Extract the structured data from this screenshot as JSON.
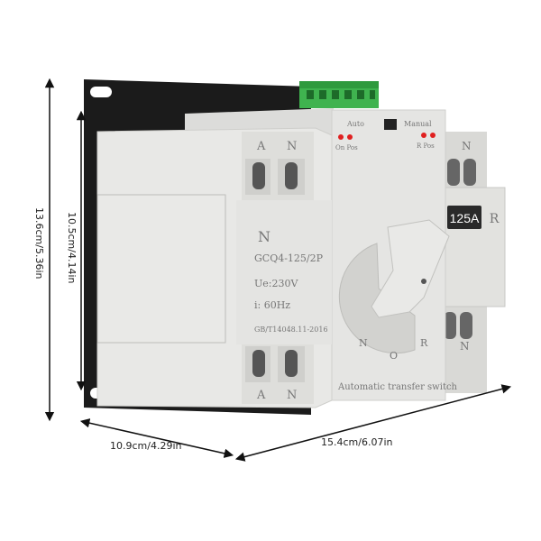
{
  "dimensions": {
    "height_total": "13.6cm/5.36in",
    "height_inner": "10.5cm/4.14in",
    "depth": "10.9cm/4.29in",
    "width": "15.4cm/6.07in"
  },
  "device": {
    "model": "GCQ4-125/2P",
    "voltage": "Ue:230V",
    "frequency": "i: 60Hz",
    "standard": "GB/T14048.11-2016",
    "rating_badge": "125A",
    "side_left_letter": "N",
    "side_right_letter": "R",
    "terminal_labels": [
      "A",
      "N"
    ],
    "switch_label_auto": "Auto",
    "switch_label_manual": "Manual",
    "led_left": "On Pos",
    "led_right": "R Pos",
    "dial_labels": [
      "N",
      "O",
      "R"
    ],
    "base_label": "Automatic transfer switch"
  },
  "colors": {
    "body": "#e6e6e4",
    "body_shadow": "#cfcfcc",
    "plate": "#1a1a1a",
    "terminal_block": "#3fb34f",
    "led": "#e02020",
    "badge_bg": "#2a2a2a"
  }
}
